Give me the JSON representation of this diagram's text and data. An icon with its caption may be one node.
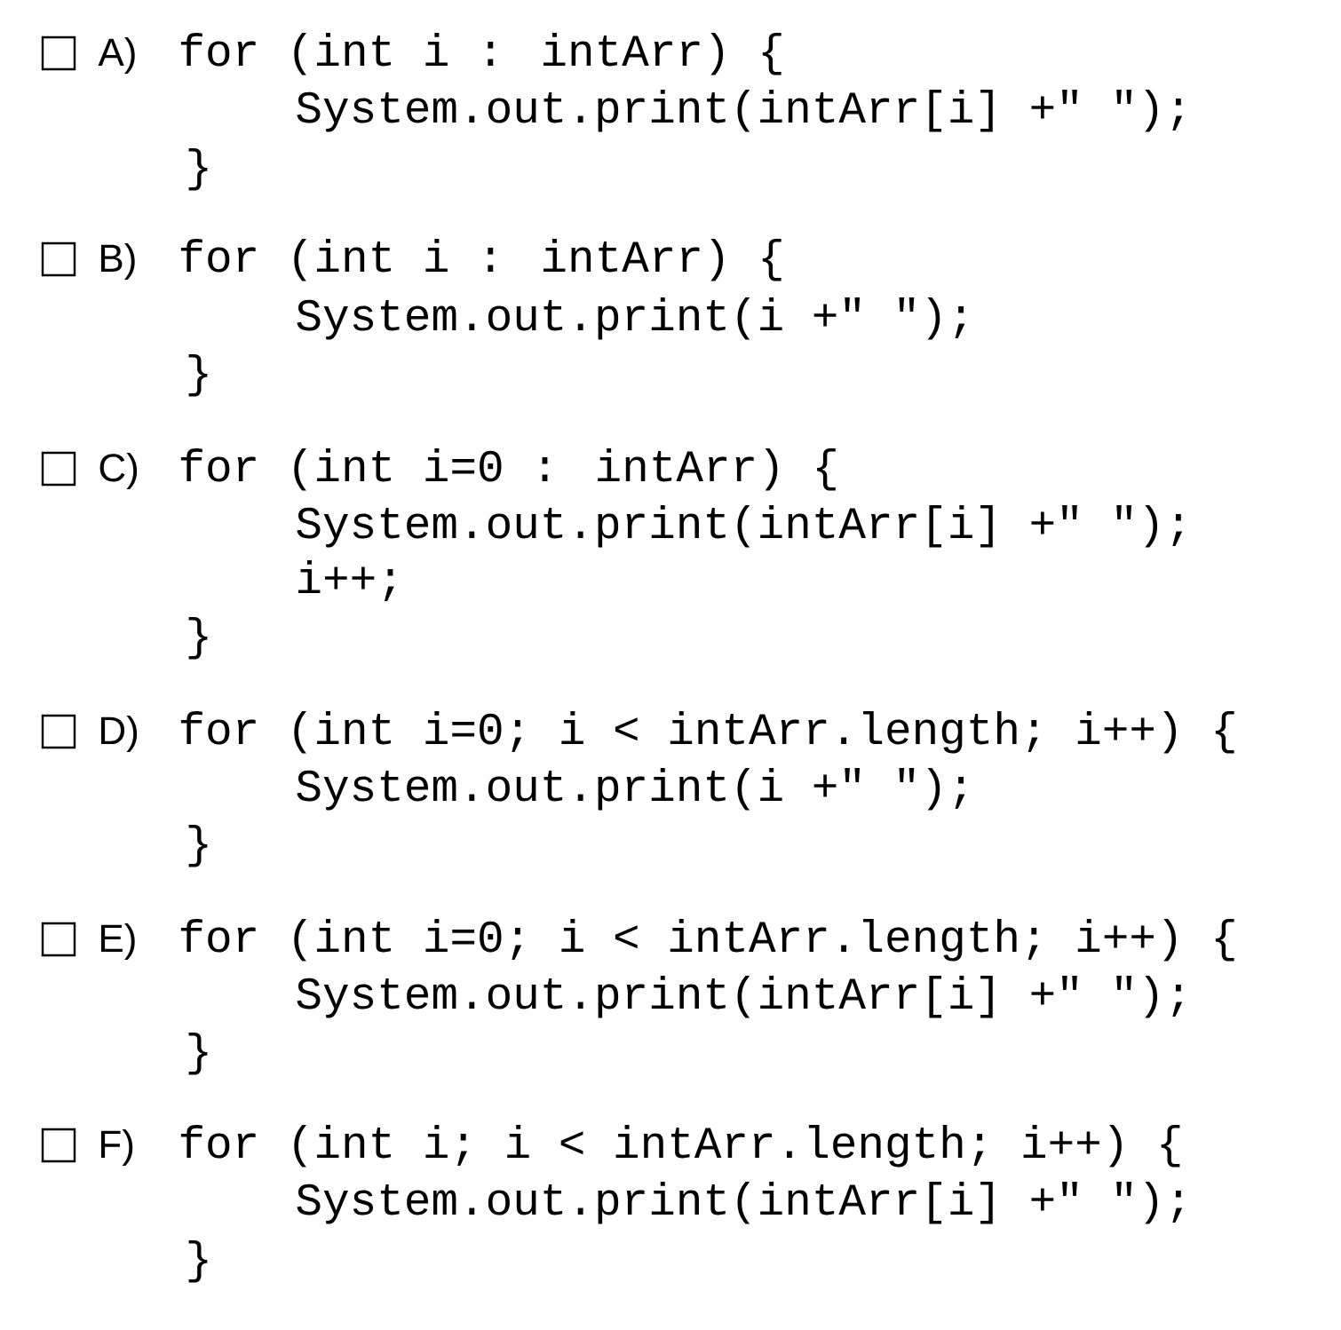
{
  "diagram": {
    "labels": [
      "A)",
      "for (int i : intArr) {",
      "System.out.print(intArr[i] +\" \");",
      "}",
      "B)",
      "for (int i : intArr) {",
      "System.out.print(i +\" \");",
      "}",
      "C)",
      "for (int i=0 : intArr) {",
      "System.out.print(intArr[i] +\" \");",
      "i++;",
      "}",
      "D)",
      "for (int i=0; i < intArr.length; i++) {",
      "System.out.print(i +\" \");",
      "}",
      "E)",
      "for (int i=0; i < intArr.length; i++) {",
      "System.out.print(intArr[i] +\" \");",
      "}",
      "F)",
      "for (int i; i < intArr.length; i++) {",
      "System.out.print(intArr[i] +\" \");",
      "}"
    ]
  }
}
